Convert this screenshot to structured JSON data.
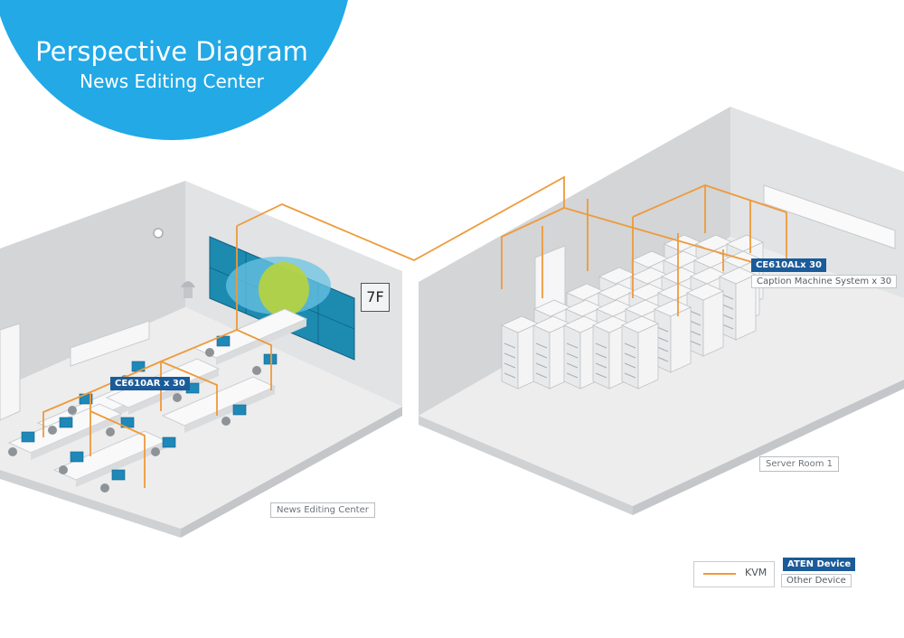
{
  "header": {
    "title": "Perspective Diagram",
    "subtitle": "News Editing Center"
  },
  "colors": {
    "accent_blue": "#22a9e6",
    "kvm_cable": "#ee9a3b",
    "aten_device": "#1b5b99",
    "floor": "#e9eaeb",
    "wall": "#d3d5d7"
  },
  "rooms": {
    "editing": {
      "name": "News Editing Center",
      "floor_label": "7F",
      "device_tag": "CE610AR x 30"
    },
    "server": {
      "name": "Server Room 1",
      "device_tag": "CE610ALx 30",
      "other_device": "Caption Machine System x 30"
    }
  },
  "legend": {
    "cable_label": "KVM",
    "aten_label": "ATEN Device",
    "other_label": "Other Device"
  }
}
